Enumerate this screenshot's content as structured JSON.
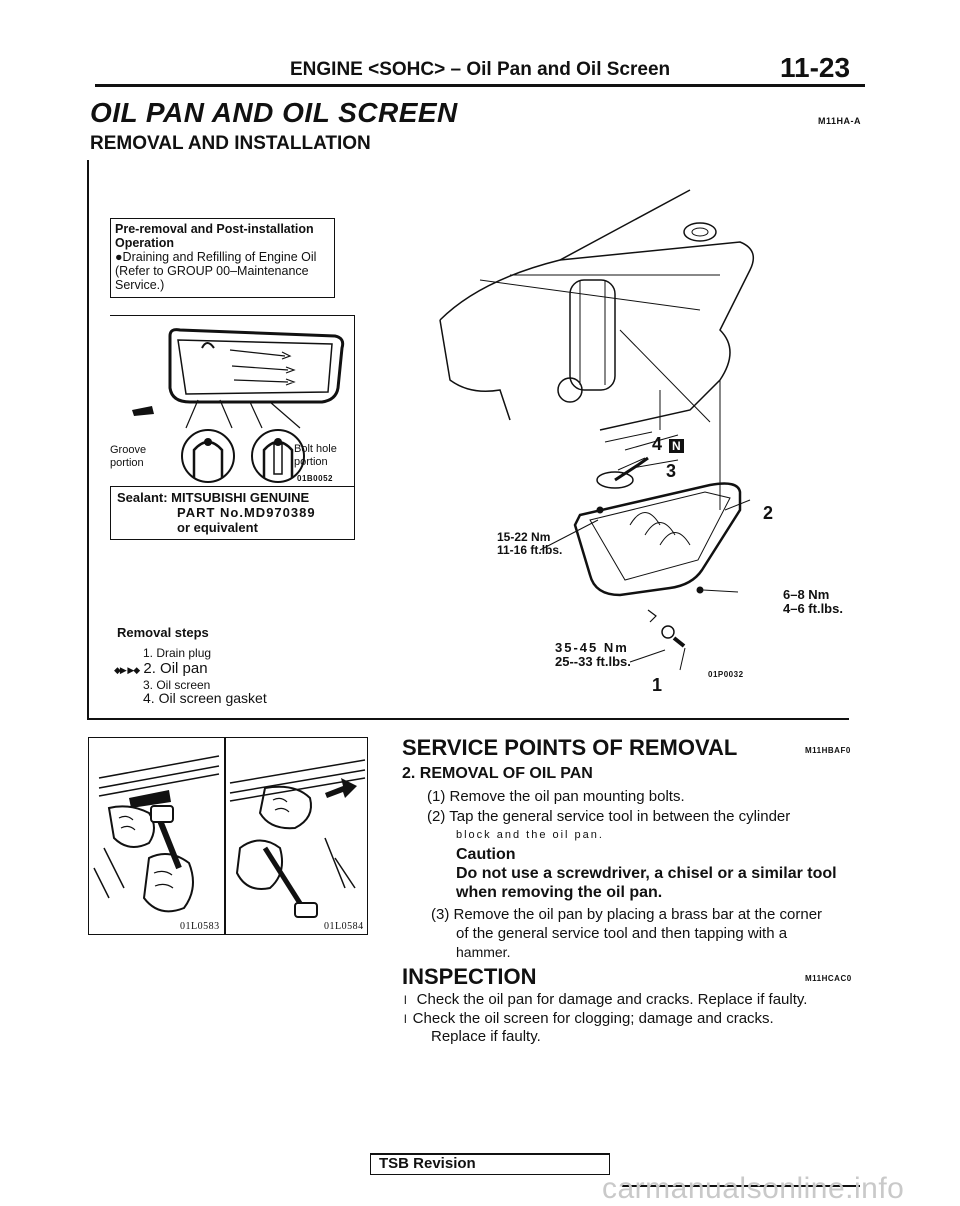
{
  "header": {
    "title": "ENGINE <SOHC> – Oil Pan and Oil Screen",
    "page_number": "11-23"
  },
  "section": {
    "title": "OIL PAN AND OIL SCREEN",
    "code": "M11HA-A",
    "subtitle": "REMOVAL AND INSTALLATION"
  },
  "pre_removal": {
    "title": "Pre-removal and Post-installation Operation",
    "line1": "●Draining and Refilling of Engine Oil",
    "line2": "(Refer to GROUP 00–Maintenance",
    "line3": "Service.)"
  },
  "sealant_figure": {
    "groove_label": "Groove",
    "groove_label2": "portion",
    "bolt_label": "Bolt hole",
    "bolt_label2": "portion",
    "figure_code": "01B0052",
    "sealant_line1": "Sealant: MITSUBISHI GENUINE",
    "sealant_line2": "PART No.MD970389",
    "sealant_line3": "or equivalent"
  },
  "removal_steps": {
    "heading": "Removal steps",
    "steps": [
      {
        "marker": "",
        "text": "1. Drain plug"
      },
      {
        "marker": "◆▶ ▶◆",
        "text": "2. Oil pan"
      },
      {
        "marker": "",
        "text": "3. Oil screen"
      },
      {
        "marker": "",
        "text": "4. Oil screen gasket"
      }
    ]
  },
  "engine_figure": {
    "callout_4": "4",
    "callout_4_symbol": "N",
    "callout_3": "3",
    "callout_2": "2",
    "callout_1": "1",
    "torque_a_nm": "15-22 Nm",
    "torque_a_ft": "11-16 ft.lbs.",
    "torque_b_nm": "6–8 Nm",
    "torque_b_ft": "4–6 ft.lbs.",
    "torque_c_nm": "35-45 Nm",
    "torque_c_ft": "25--33 ft.lbs.",
    "figure_code": "01P0032"
  },
  "tool_figure": {
    "code_left": "01L0583",
    "code_right": "01L0584"
  },
  "service_points": {
    "title": "SERVICE POINTS OF REMOVAL",
    "code": "M11HBAF0",
    "item_title": "2. REMOVAL OF OIL PAN",
    "p1": "(1) Remove the oil pan mounting bolts.",
    "p2a": "(2) Tap the general service tool in between the cylinder",
    "p2b": "block and the oil pan.",
    "caution_title": "Caution",
    "caution_text1": "Do not use a screwdriver, a chisel or a similar tool",
    "caution_text2": "when removing the oil pan.",
    "p3a": "(3) Remove the oil pan by placing a brass bar at the corner",
    "p3b": "of the general service tool and then tapping with a",
    "p3c": "hammer."
  },
  "inspection": {
    "title": "INSPECTION",
    "code": "M11HCAC0",
    "bullet1": "Check the oil pan for damage and cracks. Replace if faulty.",
    "bullet2a": "Check the oil screen for clogging; damage and cracks.",
    "bullet2b": "Replace if faulty."
  },
  "footer": {
    "tsb": "TSB Revision",
    "watermark": "carmanualsonline.info"
  }
}
